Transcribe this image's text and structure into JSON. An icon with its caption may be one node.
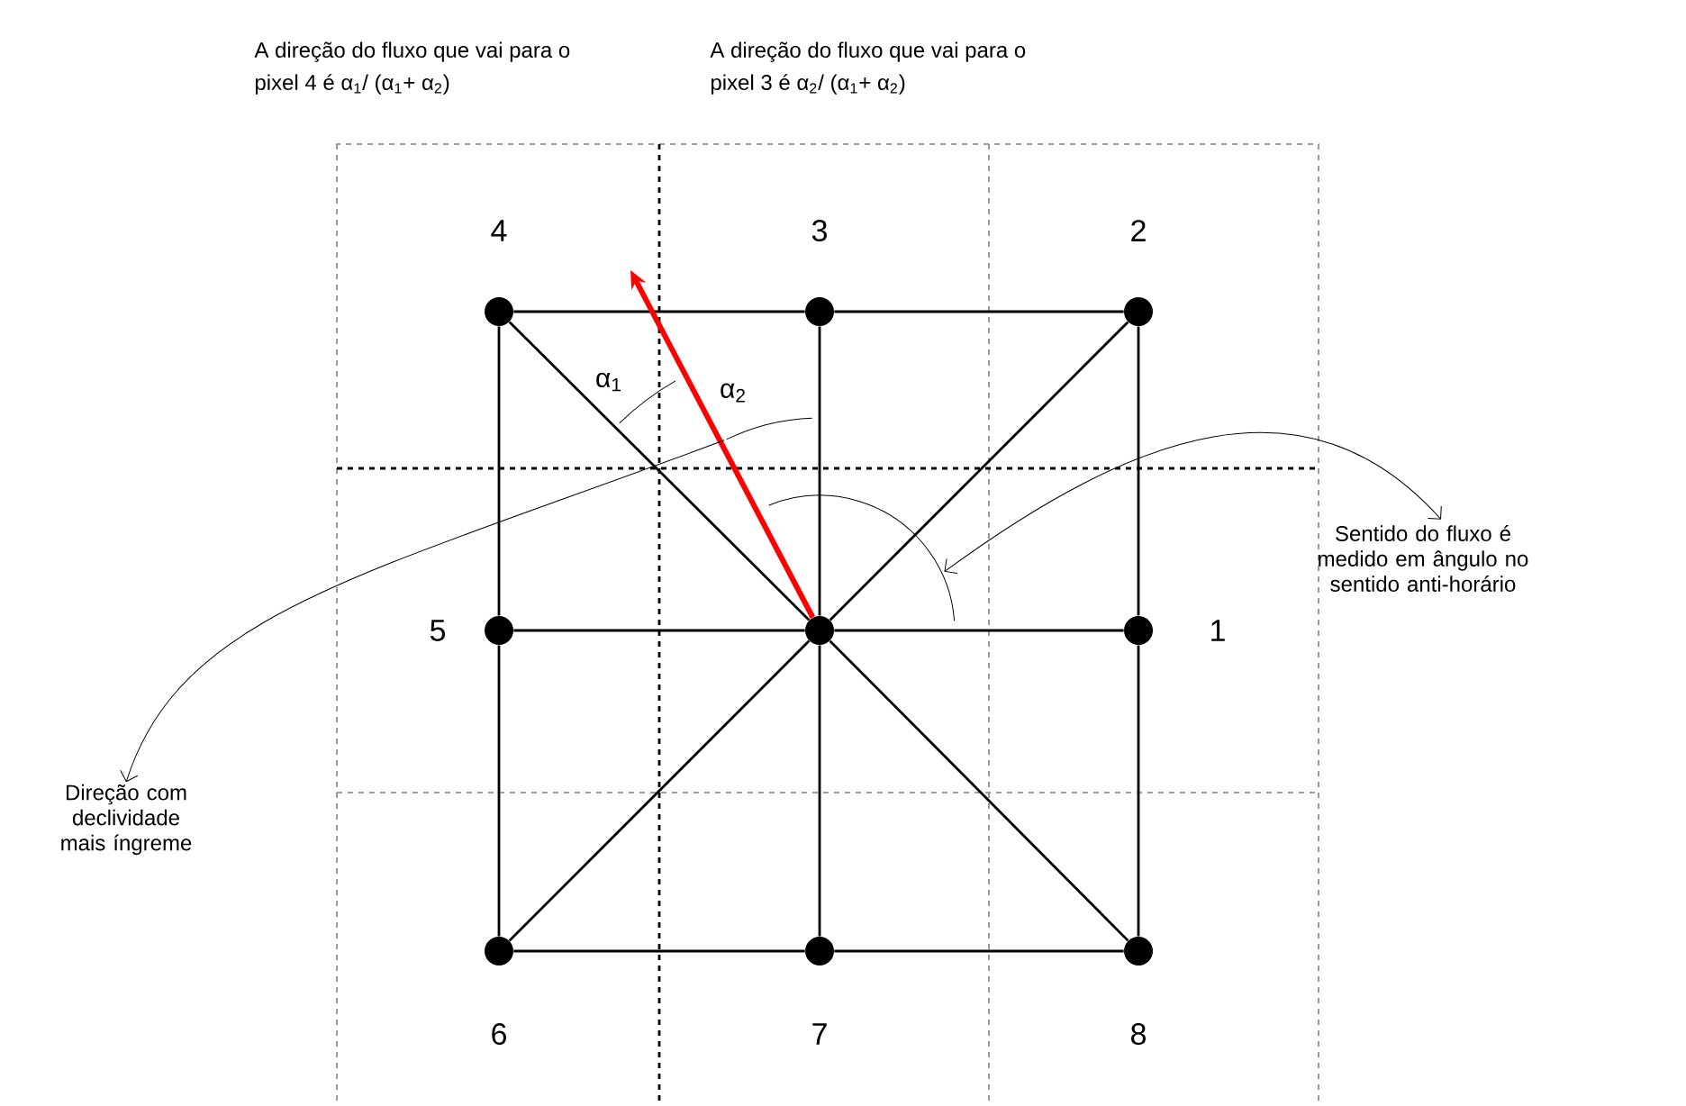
{
  "diagram": {
    "nodes": [
      {
        "text": [],
        "shape": "circle",
        "beside": [
          "4"
        ]
      },
      {
        "text": [],
        "shape": "circle",
        "beside": [
          "3"
        ]
      },
      {
        "text": [],
        "shape": "circle",
        "beside": [
          "2"
        ]
      },
      {
        "text": [],
        "shape": "circle",
        "beside": [
          "5"
        ]
      },
      {
        "text": [],
        "shape": "circle"
      },
      {
        "text": [],
        "shape": "circle",
        "beside": [
          "1"
        ]
      },
      {
        "text": [],
        "shape": "circle",
        "beside": [
          "6"
        ]
      },
      {
        "text": [],
        "shape": "circle",
        "beside": [
          "7"
        ]
      },
      {
        "text": [],
        "shape": "circle",
        "beside": [
          "8"
        ]
      },
      {
        "text": [
          "Sentido do fluxo é medido em ângulo no sentido anti-horário"
        ]
      },
      {
        "text": [
          "Direção com declividade mais íngreme"
        ]
      },
      {
        "text": [],
        "shape": "arc"
      },
      {
        "text": [],
        "shape": "arc"
      }
    ],
    "edges": [
      {
        "from": 0,
        "to": 1,
        "arrow": "none"
      },
      {
        "from": 1,
        "to": 2,
        "arrow": "none"
      },
      {
        "from": 0,
        "to": 3,
        "arrow": "none"
      },
      {
        "from": 2,
        "to": 5,
        "arrow": "none"
      },
      {
        "from": 3,
        "to": 6,
        "arrow": "none"
      },
      {
        "from": 5,
        "to": 8,
        "arrow": "none"
      },
      {
        "from": 6,
        "to": 7,
        "arrow": "none"
      },
      {
        "from": 7,
        "to": 8,
        "arrow": "none"
      },
      {
        "from": 3,
        "to": 4,
        "arrow": "none"
      },
      {
        "from": 4,
        "to": 5,
        "arrow": "none"
      },
      {
        "from": 1,
        "to": 4,
        "arrow": "none"
      },
      {
        "from": 4,
        "to": 7,
        "arrow": "none"
      },
      {
        "from": 0,
        "to": 4,
        "arrow": "none"
      },
      {
        "from": 4,
        "to": 2,
        "arrow": "none"
      },
      {
        "from": 6,
        "to": 4,
        "arrow": "none"
      },
      {
        "from": 4,
        "to": 8,
        "arrow": "none"
      },
      {
        "from": 4,
        "to": null,
        "arrow": "to",
        "style": "thick",
        "color": "#ff0000"
      },
      {
        "from": 9,
        "to": 12,
        "arrow": "both"
      },
      {
        "from": 11,
        "to": 10,
        "arrow": "to"
      }
    ],
    "labels": [
      "A direção do fluxo que vai para o pixel 4 é α$_{1}$/ (α$_{1}$+ α$_{2}$)",
      "A direção do fluxo que vai para o pixel 3 é α$_{2}$/ (α$_{1}$+ α$_{2}$)",
      "α$_{1}$",
      "α$_{2}$"
    ]
  }
}
